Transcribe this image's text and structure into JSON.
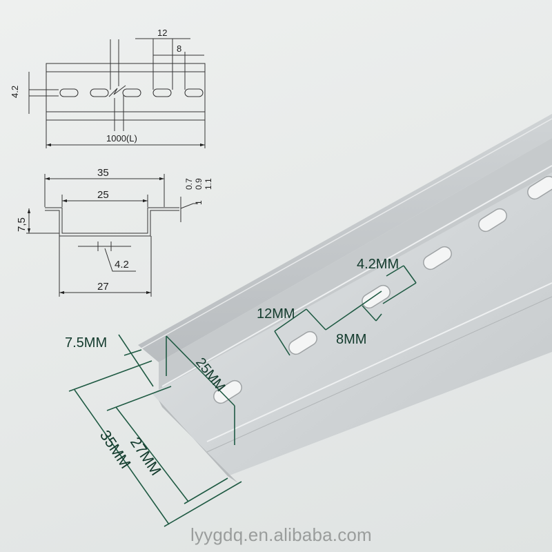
{
  "drawing_top": {
    "slot_pitch": "12",
    "slot_length": "8",
    "slot_width": "4.2",
    "length": "1000(L)"
  },
  "drawing_section": {
    "outer_width": "35",
    "inner_width": "25",
    "bottom_width": "27",
    "height": "7,5",
    "slot_width": "4.2",
    "thickness_options": [
      "0.7",
      "0.9",
      "1.1"
    ],
    "thickness_marker": "1"
  },
  "photo_labels": {
    "height": "7.5MM",
    "inner_width": "25MM",
    "outer_width": "35MM",
    "bottom_width": "27MM",
    "slot_pitch": "12MM",
    "slot_length": "8MM",
    "slot_width": "4.2MM"
  },
  "colors": {
    "annotation_green": "#1f5a43",
    "drawing_line": "#333333",
    "rail_light": "#d9dcdd",
    "rail_dark": "#a9adb0"
  },
  "watermark": "lyygdq.en.alibaba.com"
}
